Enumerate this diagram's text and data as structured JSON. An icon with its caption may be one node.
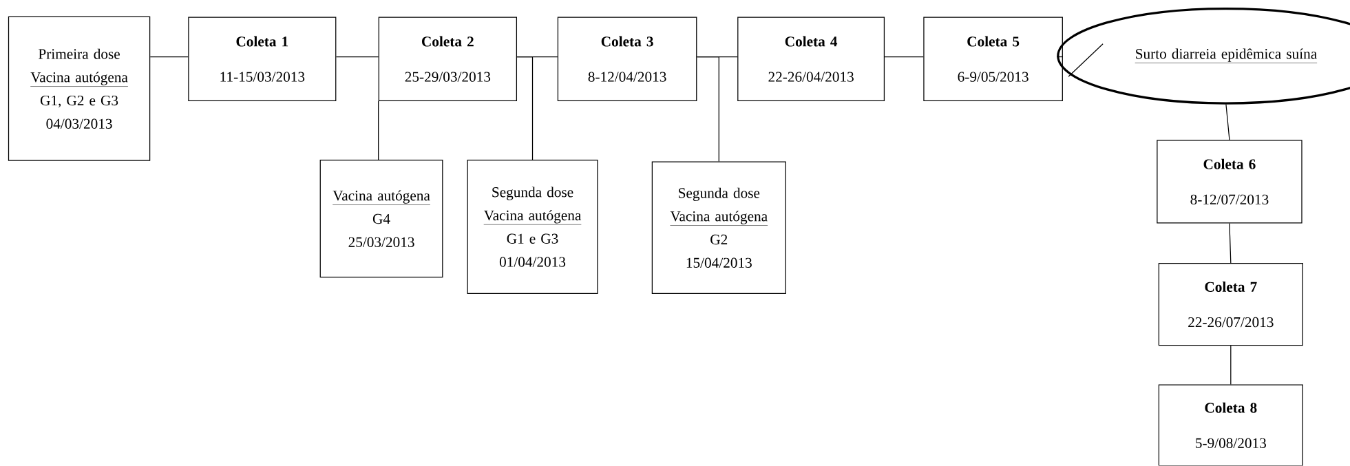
{
  "diagram": {
    "nodes": [
      {
        "text": [
          "Primeira dose",
          "Vacina autógena",
          "G1, G2 e G3",
          "04/03/2013"
        ]
      },
      {
        "text": [
          "Coleta 1",
          "11-15/03/2013"
        ]
      },
      {
        "text": [
          "Coleta 2",
          "25-29/03/2013"
        ]
      },
      {
        "text": [
          "Coleta 3",
          "8-12/04/2013"
        ]
      },
      {
        "text": [
          "Coleta 4",
          "22-26/04/2013"
        ]
      },
      {
        "text": [
          "Coleta 5",
          "6-9/05/2013"
        ]
      },
      {
        "text": [
          "Surto diarreia epidêmica suína"
        ]
      },
      {
        "text": [
          "Coleta 6",
          "8-12/07/2013"
        ]
      },
      {
        "text": [
          "Coleta 7",
          "22-26/07/2013"
        ]
      },
      {
        "text": [
          "Coleta 8",
          "5-9/08/2013"
        ]
      },
      {
        "text": [
          "Vacina autógena",
          "G4",
          "25/03/2013"
        ]
      },
      {
        "text": [
          "Segunda dose",
          "Vacina autógena",
          "G1 e G3",
          "01/04/2013"
        ]
      },
      {
        "text": [
          "Segunda dose",
          "Vacina autógena",
          "G2",
          "15/04/2013"
        ]
      }
    ],
    "edges": [
      {
        "from": 0,
        "to": 1,
        "arrow": "none"
      },
      {
        "from": 1,
        "to": 2,
        "arrow": "none"
      },
      {
        "from": 2,
        "to": 3,
        "arrow": "none"
      },
      {
        "from": 3,
        "to": 4,
        "arrow": "none"
      },
      {
        "from": 4,
        "to": 5,
        "arrow": "none"
      },
      {
        "from": 5,
        "to": 6,
        "arrow": "none"
      },
      {
        "from": 6,
        "to": 7,
        "arrow": "none"
      },
      {
        "from": 7,
        "to": 8,
        "arrow": "none"
      },
      {
        "from": 8,
        "to": 9,
        "arrow": "none"
      },
      {
        "from": 2,
        "to": 10,
        "arrow": "none"
      },
      {
        "from": 2,
        "to": 11,
        "arrow": "none"
      },
      {
        "from": 3,
        "to": 12,
        "arrow": "none"
      }
    ]
  }
}
